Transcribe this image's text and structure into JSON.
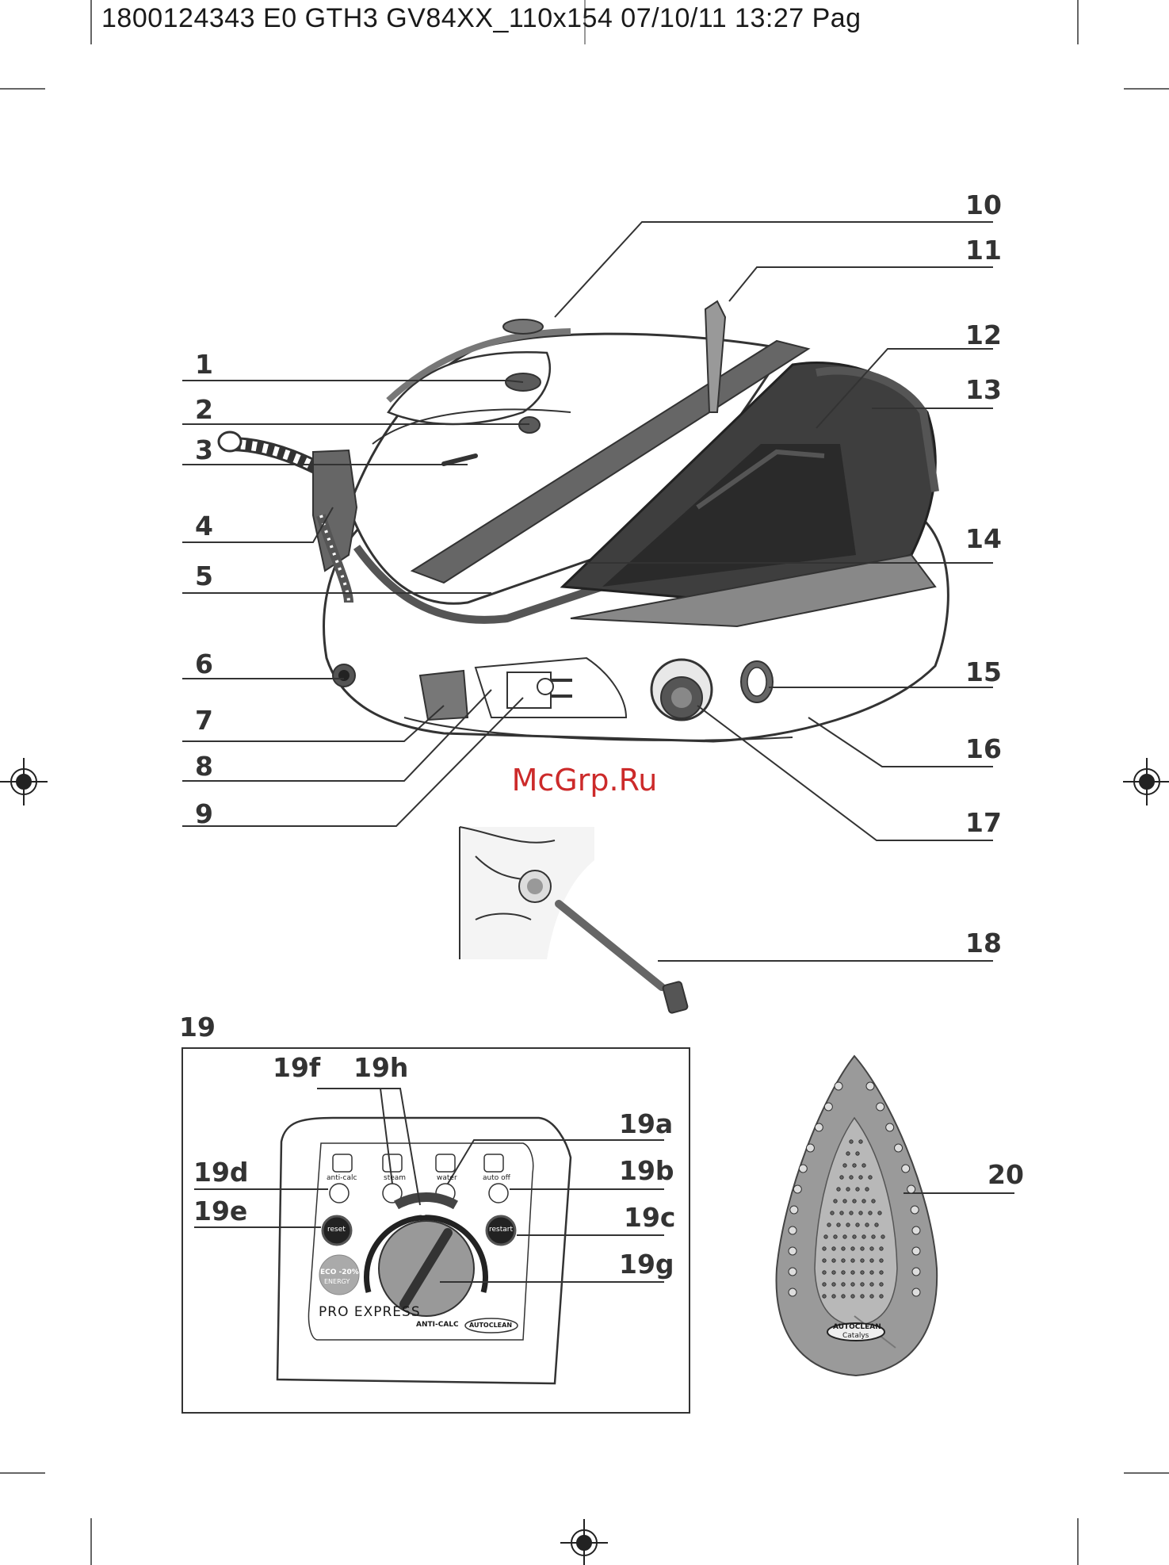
{
  "header": {
    "text": "1800124343 E0 GTH3 GV84XX_110x154  07/10/11  13:27  Pag"
  },
  "watermark": "McGrp.Ru",
  "callouts": {
    "c1": "1",
    "c2": "2",
    "c3": "3",
    "c4": "4",
    "c5": "5",
    "c6": "6",
    "c7": "7",
    "c8": "8",
    "c9": "9",
    "c10": "10",
    "c11": "11",
    "c12": "12",
    "c13": "13",
    "c14": "14",
    "c15": "15",
    "c16": "16",
    "c17": "17",
    "c18": "18",
    "c19": "19",
    "c20": "20",
    "c19a": "19a",
    "c19b": "19b",
    "c19c": "19c",
    "c19d": "19d",
    "c19e": "19e",
    "c19f": "19f",
    "c19g": "19g",
    "c19h": "19h"
  },
  "control_panel": {
    "anti_calc_label": "anti-calc",
    "steam_label": "steam",
    "water_label": "water",
    "auto_off_label": "auto off",
    "reset_label": "reset",
    "restart_label": "restart",
    "eco_label": "eco",
    "eco_badge_line1": "ECO -20%",
    "eco_badge_line2": "ENERGY",
    "brand": "PRO EXPRESS",
    "anti_calc_logo": "ANTI-CALC",
    "autoclean_logo": "AUTOCLEAN"
  },
  "soleplate": {
    "logo_line1": "AUTOCLEAN",
    "logo_line2": "Catalys"
  },
  "colors": {
    "line": "#333333",
    "tank": "#3a3a3a",
    "gray": "#8a8a8a",
    "watermark": "#cc2a2a"
  }
}
